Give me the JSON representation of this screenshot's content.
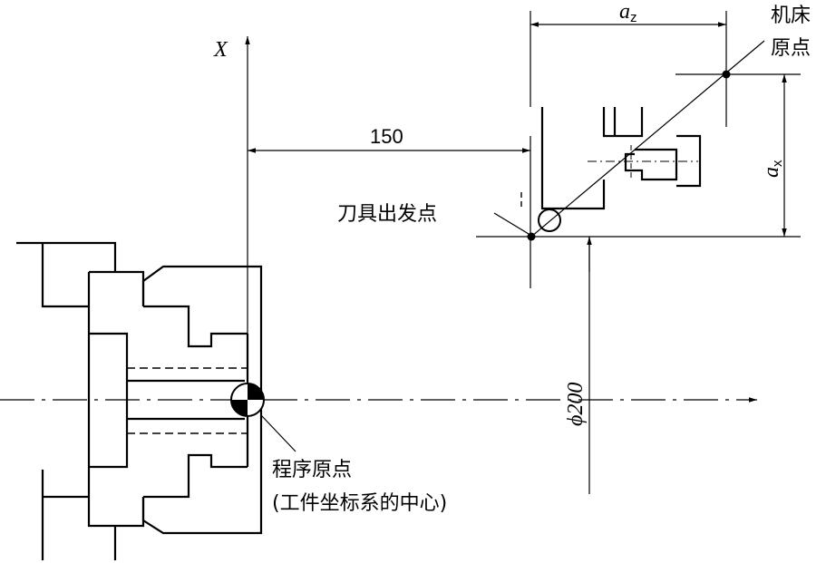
{
  "axis": {
    "x_label": "X"
  },
  "dimensions": {
    "offset_150": "150",
    "diameter_200": "ϕ200",
    "az_main": "a",
    "az_sub": "z",
    "ax_main": "a",
    "ax_sub": "x"
  },
  "labels": {
    "machine_origin_line1": "机床",
    "machine_origin_line2": "原点",
    "tool_start_point": "刀具出发点",
    "program_origin": "程序原点",
    "workpiece_coord_center": "(工件坐标系的中心)"
  }
}
